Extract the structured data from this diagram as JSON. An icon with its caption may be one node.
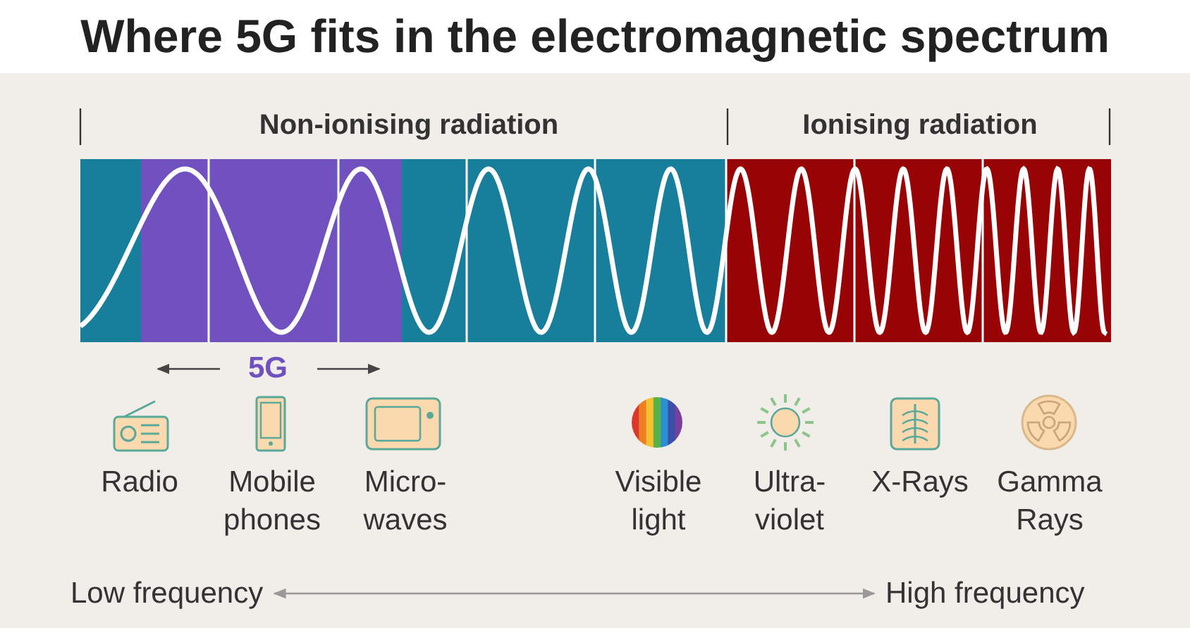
{
  "diagram": {
    "title": "Where 5G fits in the electromagnetic spectrum",
    "nodes": [
      {
        "text": [
          "Low frequency"
        ]
      },
      {
        "text": [
          "High frequency"
        ]
      }
    ],
    "edges": [
      {
        "from": 0,
        "to": 1,
        "arrow": "both"
      }
    ],
    "labels": [
      "Non-ionising radiation",
      "Ionising radiation",
      "5G",
      "Radio",
      "Mobile phones",
      "Micro- waves",
      "Visible light",
      "Ultra- violet",
      "X-Rays",
      "Gamma Rays"
    ]
  }
}
